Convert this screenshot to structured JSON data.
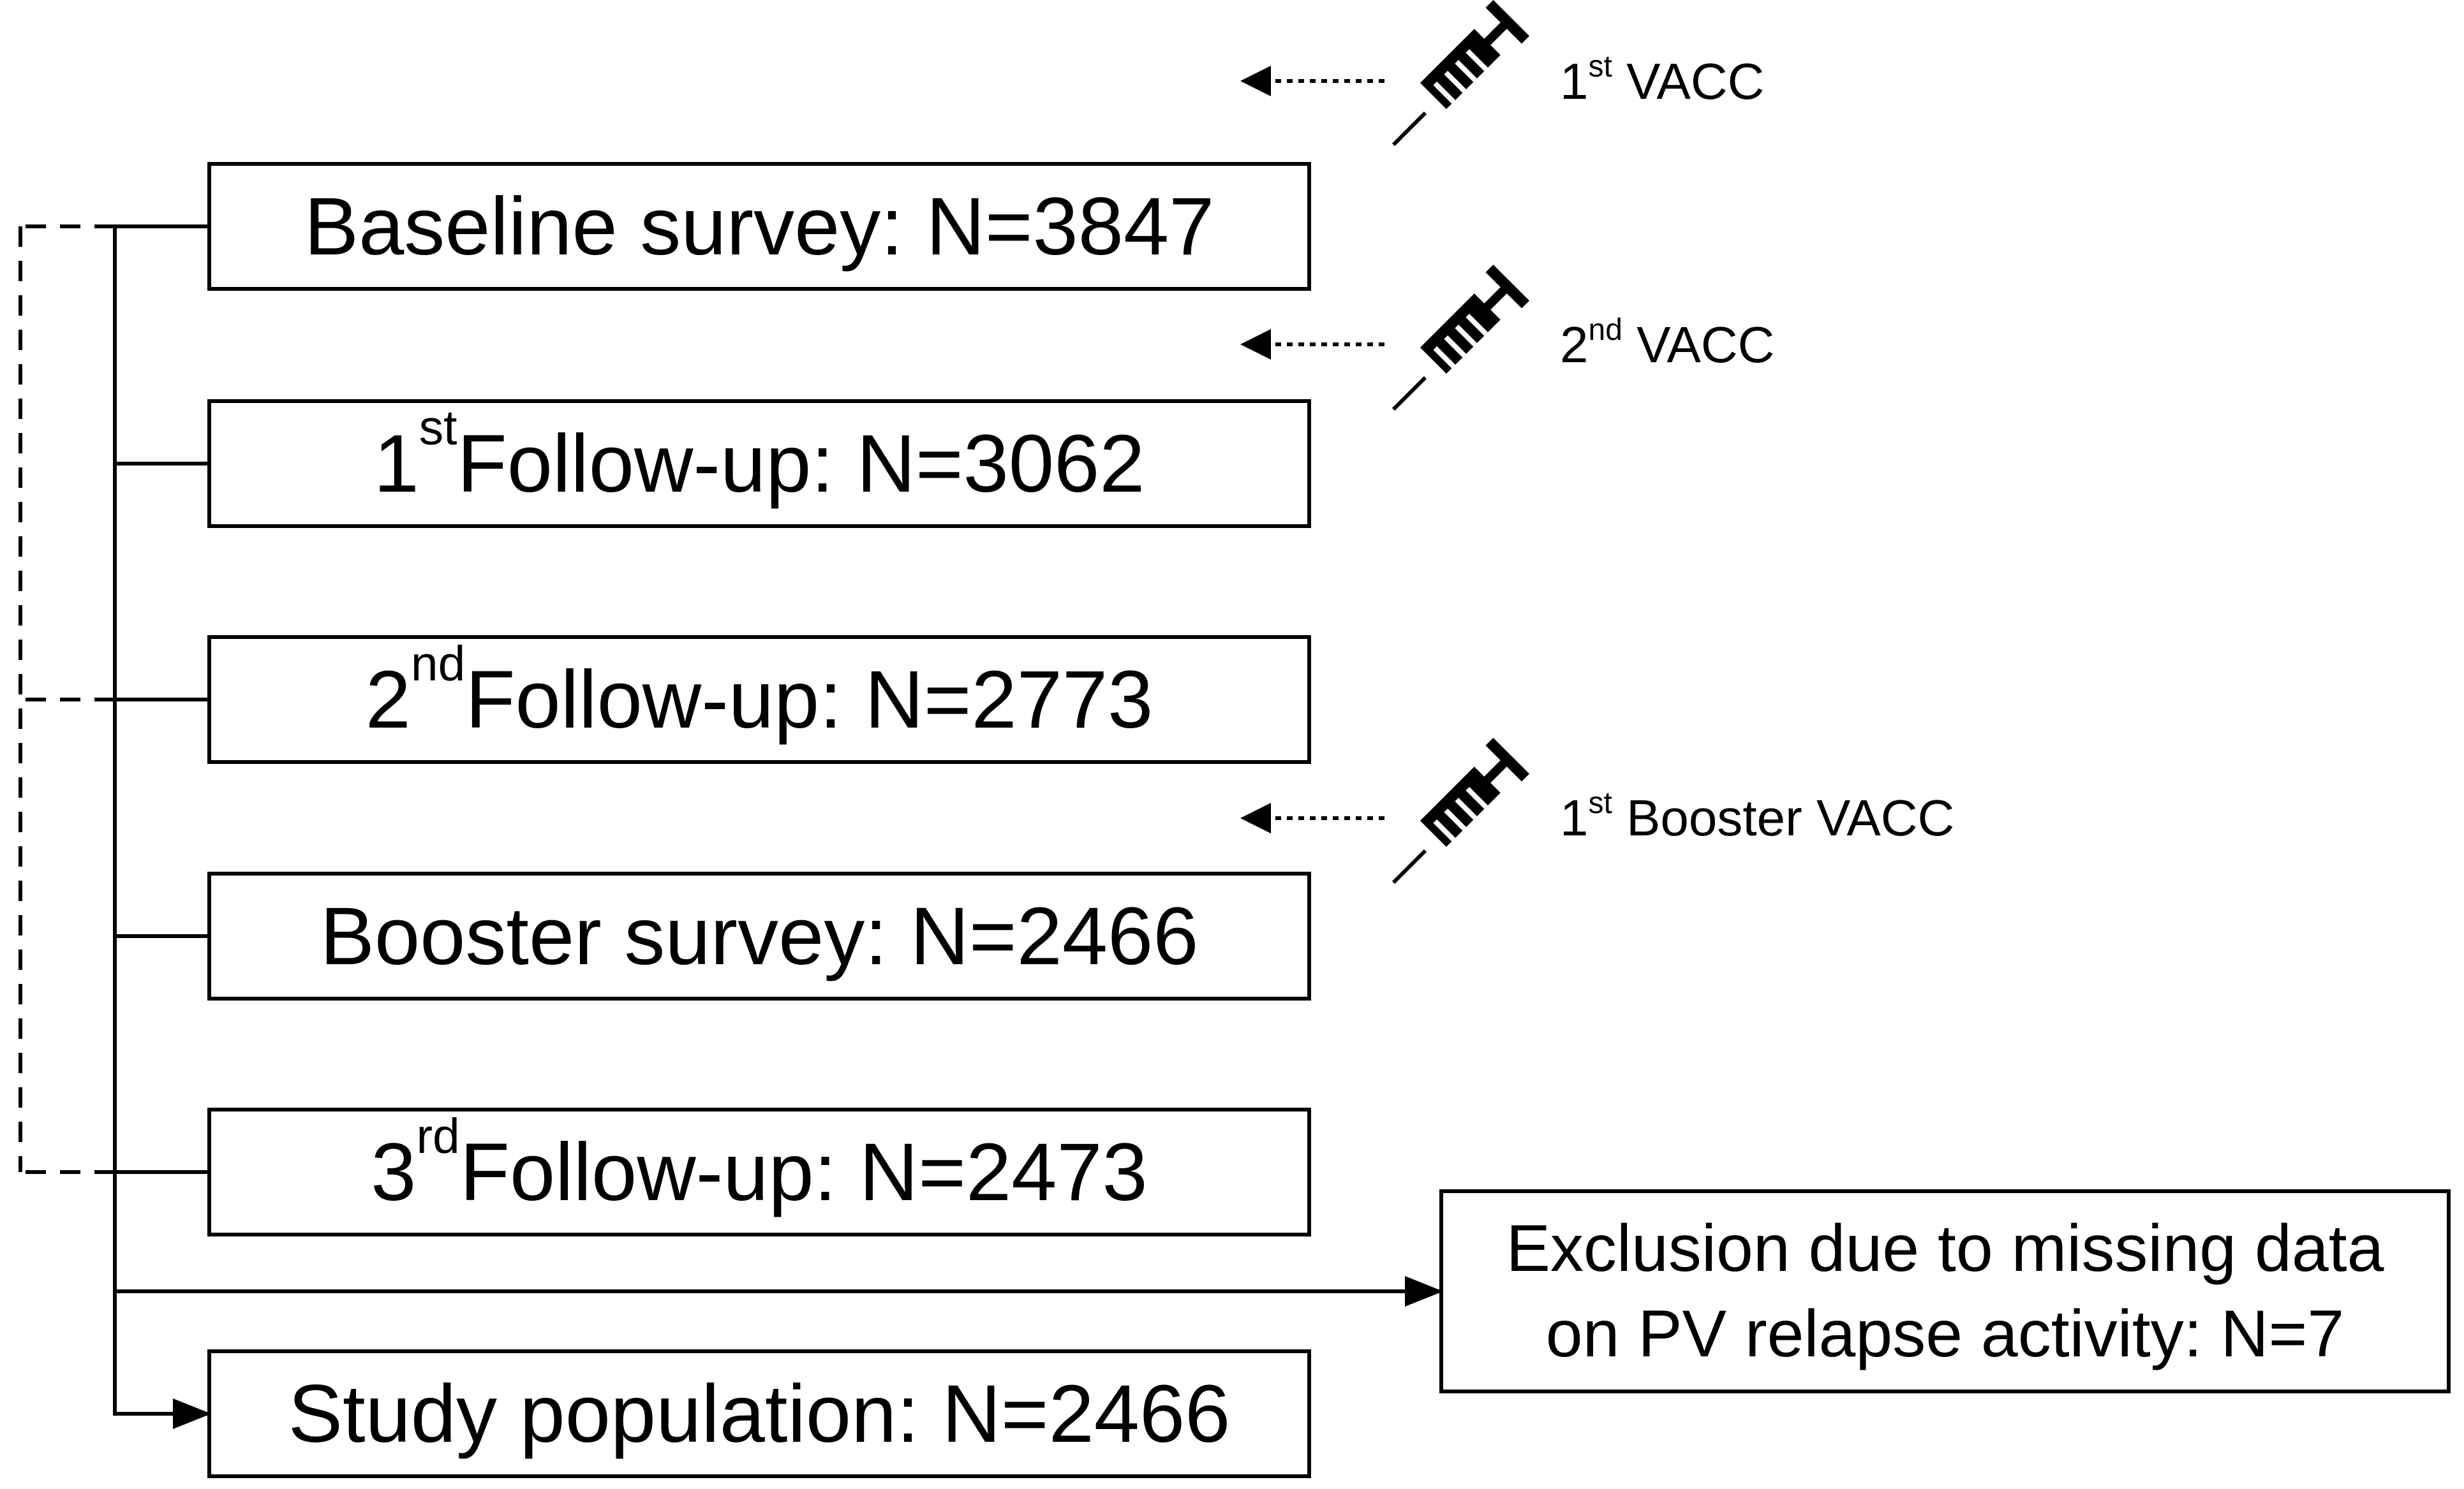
{
  "flow_boxes": [
    {
      "prefix": "",
      "sup": "",
      "text": "Baseline survey: N=3847"
    },
    {
      "prefix": "1",
      "sup": "st",
      "text": " Follow-up: N=3062"
    },
    {
      "prefix": "2",
      "sup": "nd",
      "text": " Follow-up: N=2773"
    },
    {
      "prefix": "",
      "sup": "",
      "text": "Booster survey: N=2466"
    },
    {
      "prefix": "3",
      "sup": "rd",
      "text": " Follow-up: N=2473"
    },
    {
      "prefix": "",
      "sup": "",
      "text": "Study population: N=2466"
    }
  ],
  "exclusion_box": {
    "line1": "Exclusion due to missing data",
    "line2": "on PV relapse activity: N=7"
  },
  "vaccinations": [
    {
      "prefix": "1",
      "sup": "st",
      "text": " VACC",
      "icon": "syringe-icon"
    },
    {
      "prefix": "2",
      "sup": "nd",
      "text": " VACC",
      "icon": "syringe-icon"
    },
    {
      "prefix": "1",
      "sup": "st",
      "text": " Booster VACC",
      "icon": "syringe-icon"
    }
  ],
  "colors": {
    "line": "#000000",
    "background": "#ffffff"
  }
}
